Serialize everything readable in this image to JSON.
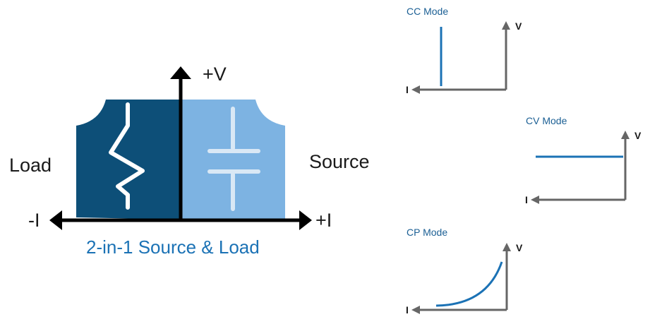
{
  "main_diagram": {
    "title": "2-in-1 Source & Load",
    "left_label": "Load",
    "right_label": "Source",
    "axis_up": "+V",
    "axis_left": "-I",
    "axis_right": "+I",
    "colors": {
      "load_fill": "#0d4f78",
      "source_fill": "#7db3e2",
      "symbol_stroke": "#ffffff",
      "source_symbol_stroke": "#d9e8f5",
      "axis": "#000000",
      "caption": "#1b72b5"
    }
  },
  "modes": [
    {
      "title": "CC Mode",
      "x_axis": "I",
      "y_axis": "V",
      "curve": "vertical-line"
    },
    {
      "title": "CV Mode",
      "x_axis": "I",
      "y_axis": "V",
      "curve": "horizontal-line"
    },
    {
      "title": "CP Mode",
      "x_axis": "I",
      "y_axis": "V",
      "curve": "hyperbolic-curve"
    }
  ],
  "mode_colors": {
    "axis": "#666666",
    "curve": "#1b72b5",
    "title": "#1b5f94"
  }
}
